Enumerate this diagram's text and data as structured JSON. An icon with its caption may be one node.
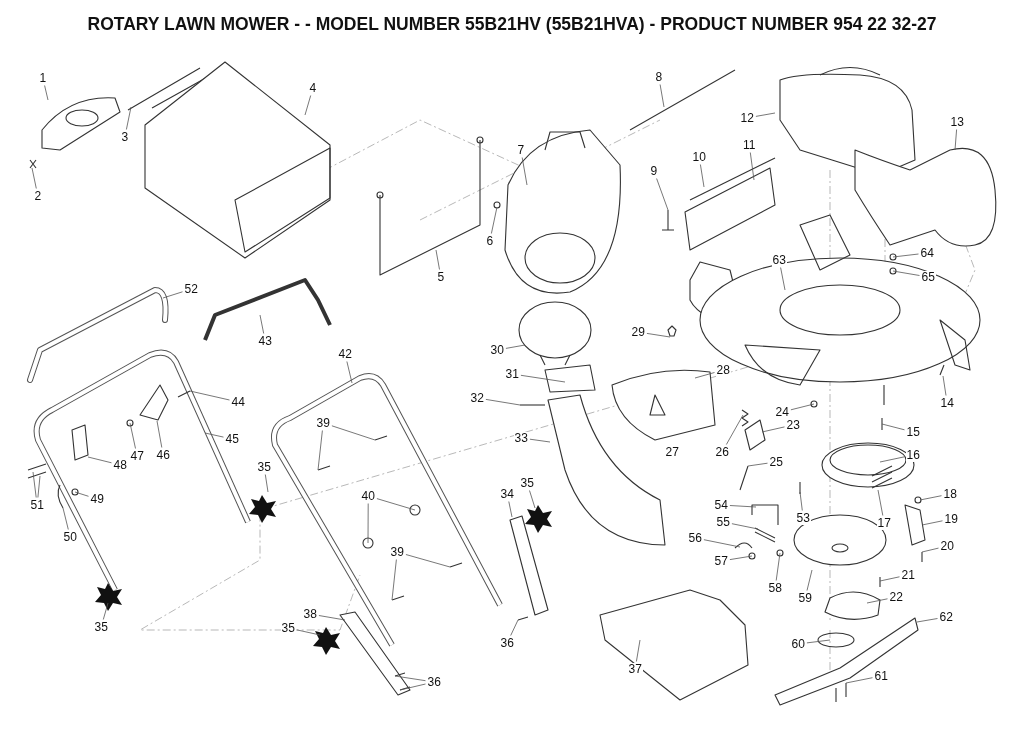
{
  "diagram": {
    "title": "ROTARY LAWN MOWER - - MODEL NUMBER 55B21HV (55B21HVA) - PRODUCT NUMBER 954 22 32-27",
    "nodes": [
      {
        "text": [
          "1"
        ]
      },
      {
        "text": [
          "2"
        ]
      },
      {
        "text": [
          "3"
        ]
      },
      {
        "text": [
          "4"
        ]
      },
      {
        "text": [
          "5"
        ]
      },
      {
        "text": [
          "6"
        ]
      },
      {
        "text": [
          "7"
        ]
      },
      {
        "text": [
          "8"
        ]
      },
      {
        "text": [
          "9"
        ]
      },
      {
        "text": [
          "10"
        ]
      },
      {
        "text": [
          "11"
        ]
      },
      {
        "text": [
          "12"
        ]
      },
      {
        "text": [
          "13"
        ]
      },
      {
        "text": [
          "14"
        ]
      },
      {
        "text": [
          "15"
        ]
      },
      {
        "text": [
          "16"
        ]
      },
      {
        "text": [
          "17"
        ]
      },
      {
        "text": [
          "18"
        ]
      },
      {
        "text": [
          "19"
        ]
      },
      {
        "text": [
          "20"
        ]
      },
      {
        "text": [
          "21"
        ]
      },
      {
        "text": [
          "22"
        ]
      },
      {
        "text": [
          "23"
        ]
      },
      {
        "text": [
          "24"
        ]
      },
      {
        "text": [
          "25"
        ]
      },
      {
        "text": [
          "26"
        ]
      },
      {
        "text": [
          "28"
        ]
      },
      {
        "text": [
          "29"
        ]
      },
      {
        "text": [
          "30"
        ]
      },
      {
        "text": [
          "31"
        ]
      },
      {
        "text": [
          "32"
        ]
      },
      {
        "text": [
          "33"
        ]
      },
      {
        "text": [
          "34"
        ]
      },
      {
        "text": [
          "35"
        ]
      },
      {
        "text": [
          "35"
        ]
      },
      {
        "text": [
          "35"
        ]
      },
      {
        "text": [
          "35"
        ]
      },
      {
        "text": [
          "36"
        ]
      },
      {
        "text": [
          "36"
        ]
      },
      {
        "text": [
          "37"
        ]
      },
      {
        "text": [
          "38"
        ]
      },
      {
        "text": [
          "39"
        ]
      },
      {
        "text": [
          "39"
        ]
      },
      {
        "text": [
          "40"
        ]
      },
      {
        "text": [
          "42"
        ]
      },
      {
        "text": [
          "43"
        ]
      },
      {
        "text": [
          "44"
        ]
      },
      {
        "text": [
          "45"
        ]
      },
      {
        "text": [
          "46"
        ]
      },
      {
        "text": [
          "47"
        ]
      },
      {
        "text": [
          "48"
        ]
      },
      {
        "text": [
          "49"
        ]
      },
      {
        "text": [
          "50"
        ]
      },
      {
        "text": [
          "51"
        ]
      },
      {
        "text": [
          "52"
        ]
      },
      {
        "text": [
          "53"
        ]
      },
      {
        "text": [
          "54"
        ]
      },
      {
        "text": [
          "55"
        ]
      },
      {
        "text": [
          "56"
        ]
      },
      {
        "text": [
          "57"
        ]
      },
      {
        "text": [
          "58"
        ]
      },
      {
        "text": [
          "59"
        ]
      },
      {
        "text": [
          "60"
        ]
      },
      {
        "text": [
          "61"
        ]
      },
      {
        "text": [
          "62"
        ]
      },
      {
        "text": [
          "63"
        ]
      },
      {
        "text": [
          "64"
        ]
      },
      {
        "text": [
          "65"
        ]
      }
    ],
    "edges": [
      {
        "from": 0,
        "to": null,
        "arrow": "none"
      },
      {
        "from": 1,
        "to": null,
        "arrow": "none"
      },
      {
        "from": 2,
        "to": null,
        "arrow": "none"
      },
      {
        "from": 3,
        "to": null,
        "arrow": "none"
      },
      {
        "from": 4,
        "to": null,
        "arrow": "none"
      },
      {
        "from": 5,
        "to": null,
        "arrow": "none"
      },
      {
        "from": 6,
        "to": null,
        "arrow": "none"
      },
      {
        "from": 7,
        "to": null,
        "arrow": "none"
      },
      {
        "from": 8,
        "to": null,
        "arrow": "none"
      },
      {
        "from": 9,
        "to": null,
        "arrow": "none"
      },
      {
        "from": 10,
        "to": null,
        "arrow": "none"
      },
      {
        "from": 11,
        "to": null,
        "arrow": "none"
      },
      {
        "from": 12,
        "to": null,
        "arrow": "none"
      },
      {
        "from": 13,
        "to": null,
        "arrow": "none"
      },
      {
        "from": 14,
        "to": null,
        "arrow": "none"
      },
      {
        "from": 15,
        "to": null,
        "arrow": "none"
      },
      {
        "from": 16,
        "to": null,
        "arrow": "none"
      },
      {
        "from": 17,
        "to": null,
        "arrow": "none"
      },
      {
        "from": 18,
        "to": null,
        "arrow": "none"
      },
      {
        "from": 19,
        "to": null,
        "arrow": "none"
      },
      {
        "from": 20,
        "to": null,
        "arrow": "none"
      },
      {
        "from": 21,
        "to": null,
        "arrow": "none"
      },
      {
        "from": 22,
        "to": null,
        "arrow": "none"
      },
      {
        "from": 23,
        "to": null,
        "arrow": "none"
      },
      {
        "from": 24,
        "to": null,
        "arrow": "none"
      },
      {
        "from": 25,
        "to": null,
        "arrow": "none"
      },
      {
        "from": 26,
        "to": null,
        "arrow": "none"
      },
      {
        "from": 27,
        "to": null,
        "arrow": "none"
      },
      {
        "from": 28,
        "to": null,
        "arrow": "none"
      },
      {
        "from": 29,
        "to": null,
        "arrow": "none"
      },
      {
        "from": 30,
        "to": null,
        "arrow": "none"
      },
      {
        "from": 31,
        "to": null,
        "arrow": "none"
      },
      {
        "from": 32,
        "to": null,
        "arrow": "none"
      },
      {
        "from": 33,
        "to": null,
        "arrow": "none"
      },
      {
        "from": 34,
        "to": null,
        "arrow": "none"
      },
      {
        "from": 35,
        "to": null,
        "arrow": "none"
      },
      {
        "from": 36,
        "to": null,
        "arrow": "none"
      },
      {
        "from": 37,
        "to": null,
        "arrow": "none"
      },
      {
        "from": 37,
        "to": null,
        "arrow": "none"
      },
      {
        "from": 38,
        "to": null,
        "arrow": "none"
      },
      {
        "from": 39,
        "to": null,
        "arrow": "none"
      },
      {
        "from": 40,
        "to": null,
        "arrow": "none"
      },
      {
        "from": 41,
        "to": null,
        "arrow": "none"
      },
      {
        "from": 41,
        "to": null,
        "arrow": "none"
      },
      {
        "from": 42,
        "to": null,
        "arrow": "none"
      },
      {
        "from": 42,
        "to": null,
        "arrow": "none"
      },
      {
        "from": 43,
        "to": null,
        "arrow": "none"
      },
      {
        "from": 43,
        "to": null,
        "arrow": "none"
      },
      {
        "from": 44,
        "to": null,
        "arrow": "none"
      },
      {
        "from": 45,
        "to": null,
        "arrow": "none"
      },
      {
        "from": 46,
        "to": null,
        "arrow": "none"
      },
      {
        "from": 47,
        "to": null,
        "arrow": "none"
      },
      {
        "from": 48,
        "to": null,
        "arrow": "none"
      },
      {
        "from": 49,
        "to": null,
        "arrow": "none"
      },
      {
        "from": 50,
        "to": null,
        "arrow": "none"
      },
      {
        "from": 51,
        "to": null,
        "arrow": "none"
      },
      {
        "from": 52,
        "to": null,
        "arrow": "none"
      },
      {
        "from": 53,
        "to": null,
        "arrow": "none"
      },
      {
        "from": 53,
        "to": null,
        "arrow": "none"
      },
      {
        "from": 54,
        "to": null,
        "arrow": "none"
      },
      {
        "from": 55,
        "to": null,
        "arrow": "none"
      },
      {
        "from": 56,
        "to": null,
        "arrow": "none"
      },
      {
        "from": 57,
        "to": null,
        "arrow": "none"
      },
      {
        "from": 58,
        "to": null,
        "arrow": "none"
      },
      {
        "from": 59,
        "to": null,
        "arrow": "none"
      },
      {
        "from": 60,
        "to": null,
        "arrow": "none"
      },
      {
        "from": 61,
        "to": null,
        "arrow": "none"
      },
      {
        "from": 62,
        "to": null,
        "arrow": "none"
      },
      {
        "from": 63,
        "to": null,
        "arrow": "none"
      },
      {
        "from": 64,
        "to": null,
        "arrow": "none"
      },
      {
        "from": 65,
        "to": null,
        "arrow": "none"
      },
      {
        "from": 66,
        "to": null,
        "arrow": "none"
      },
      {
        "from": 67,
        "to": null,
        "arrow": "none"
      }
    ],
    "labels": [
      "27"
    ]
  }
}
